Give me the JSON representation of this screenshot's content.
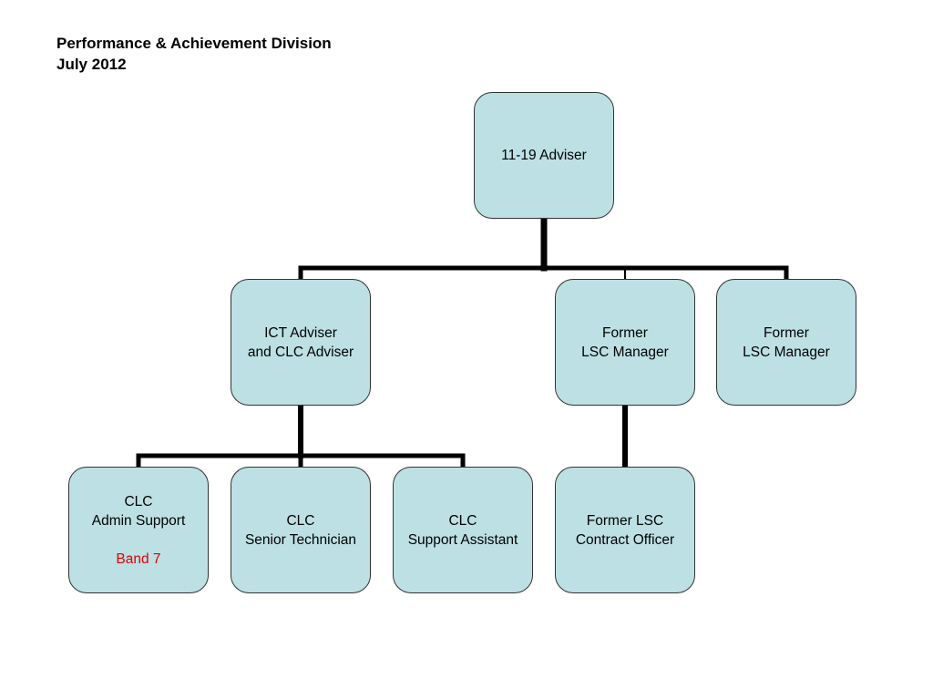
{
  "header": {
    "title": "Performance & Achievement Division",
    "subtitle": "July 2012"
  },
  "colors": {
    "box_fill": "#bde0e4",
    "box_border": "#333333",
    "connector": "#000000",
    "note_text": "#e00000"
  },
  "nodes": {
    "adviser_11_19": {
      "line1": "11-19 Adviser"
    },
    "ict_clc_adviser": {
      "line1": "ICT Adviser",
      "line2": "and CLC Adviser"
    },
    "former_lsc_manager_1": {
      "line1": "Former",
      "line2": "LSC Manager"
    },
    "former_lsc_manager_2": {
      "line1": "Former",
      "line2": "LSC Manager"
    },
    "clc_admin_support": {
      "line1": "CLC",
      "line2": "Admin Support",
      "note": "Band 7"
    },
    "clc_senior_technician": {
      "line1": "CLC",
      "line2": "Senior Technician"
    },
    "clc_support_assistant": {
      "line1": "CLC",
      "line2": "Support Assistant"
    },
    "former_lsc_contract_officer": {
      "line1": "Former LSC",
      "line2": "Contract Officer"
    }
  }
}
